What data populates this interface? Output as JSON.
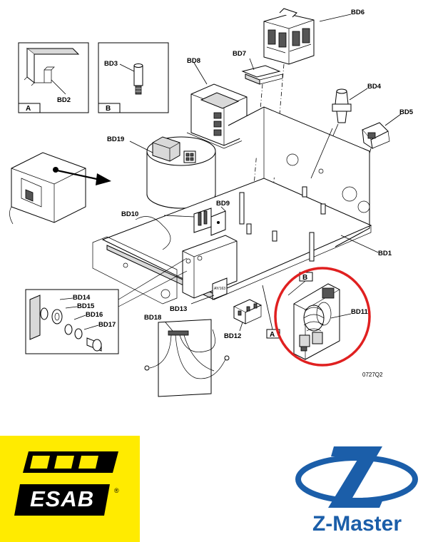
{
  "figure_code": "0727Q2",
  "labels": {
    "bd1": "BD1",
    "bd2": "BD2",
    "bd3": "BD3",
    "bd4": "BD4",
    "bd5": "BD5",
    "bd6": "BD6",
    "bd7": "BD7",
    "bd8": "BD8",
    "bd9": "BD9",
    "bd10": "BD10",
    "bd11": "BD11",
    "bd12": "BD12",
    "bd13": "BD13",
    "bd14": "BD14",
    "bd15": "BD15",
    "bd16": "BD16",
    "bd17": "BD17",
    "bd18": "BD18",
    "bd19": "BD19"
  },
  "detail_refs": {
    "a": "A",
    "b": "B"
  },
  "highlight": {
    "part": "BD11",
    "color": "#e02020"
  },
  "logos": {
    "esab": {
      "text": "ESAB",
      "mark": "®",
      "background": "#ffeb00"
    },
    "zmaster": {
      "text": "Z-Master",
      "color": "#1b5ea9"
    }
  }
}
